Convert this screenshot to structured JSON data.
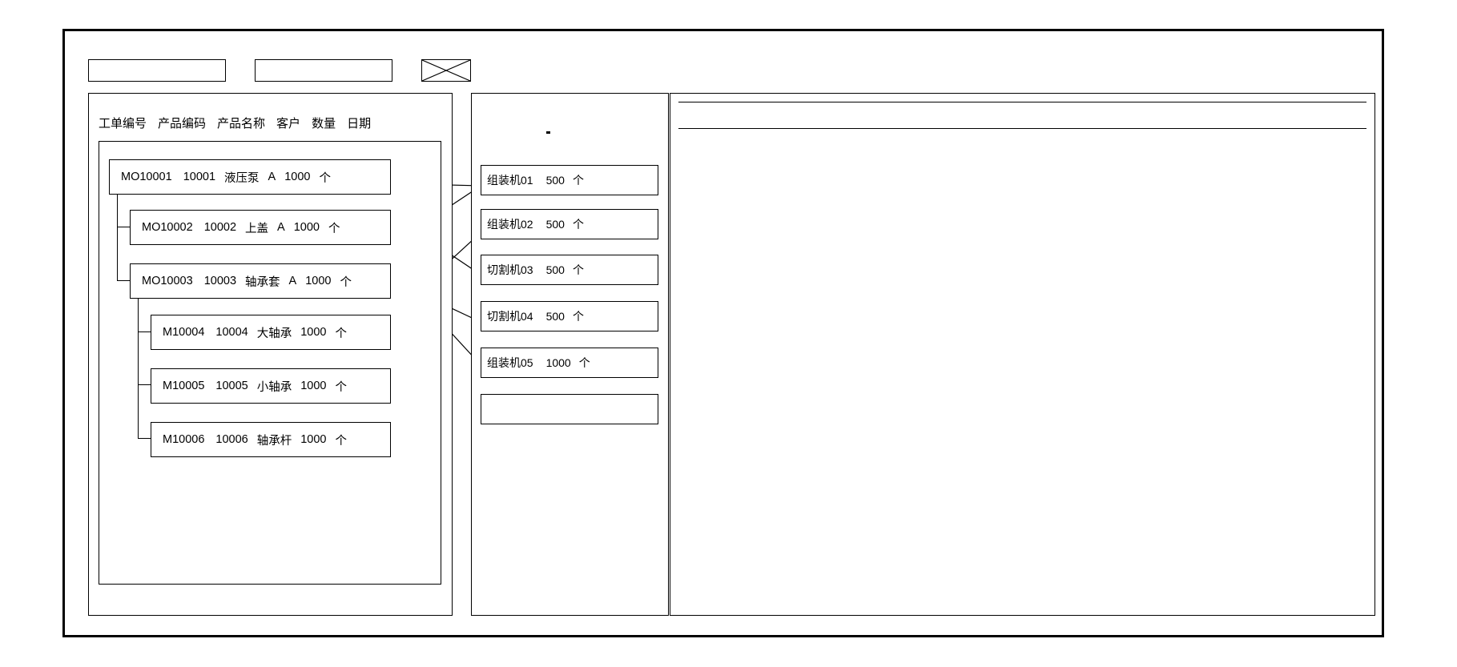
{
  "toolbar": {
    "field1_value": "",
    "field1_placeholder": "",
    "field2_value": "",
    "field2_placeholder": "",
    "thumbnail_icon": "crossed-box-placeholder-icon"
  },
  "left_panel": {
    "name": "work-order-list",
    "columns": [
      "工单编号",
      "产品编码",
      "产品名称",
      "客户",
      "数量",
      "日期"
    ],
    "rows": [
      {
        "level": 0,
        "work_order": "MO10001",
        "product_code": "10001",
        "product_name": "液压泵",
        "customer": "A",
        "quantity": "1000",
        "unit": "个",
        "date": ""
      },
      {
        "level": 1,
        "work_order": "MO10002",
        "product_code": "10002",
        "product_name": "上盖",
        "customer": "A",
        "quantity": "1000",
        "unit": "个",
        "date": ""
      },
      {
        "level": 1,
        "work_order": "MO10003",
        "product_code": "10003",
        "product_name": "轴承套",
        "customer": "A",
        "quantity": "1000",
        "unit": "个",
        "date": ""
      },
      {
        "level": 2,
        "work_order": "M10004",
        "product_code": "10004",
        "product_name": "大轴承",
        "customer": "",
        "quantity": "1000",
        "unit": "个",
        "date": ""
      },
      {
        "level": 2,
        "work_order": "M10005",
        "product_code": "10005",
        "product_name": "小轴承",
        "customer": "",
        "quantity": "1000",
        "unit": "个",
        "date": ""
      },
      {
        "level": 2,
        "work_order": "M10006",
        "product_code": "10006",
        "product_name": "轴承杆",
        "customer": "",
        "quantity": "1000",
        "unit": "个",
        "date": ""
      }
    ]
  },
  "mid_panel": {
    "name": "machine-schedule-list",
    "machines": [
      {
        "machine": "组装机01",
        "quantity": "500",
        "unit": "个"
      },
      {
        "machine": "组装机02",
        "quantity": "500",
        "unit": "个"
      },
      {
        "machine": "切割机03",
        "quantity": "500",
        "unit": "个"
      },
      {
        "machine": "切割机04",
        "quantity": "500",
        "unit": "个"
      },
      {
        "machine": "组装机05",
        "quantity": "1000",
        "unit": "个"
      },
      {
        "machine": "",
        "quantity": "",
        "unit": ""
      }
    ]
  },
  "right_panel": {
    "name": "detail-grid",
    "header_text": "",
    "body_text": ""
  },
  "colors": {
    "stroke": "#000000",
    "background": "#ffffff"
  }
}
